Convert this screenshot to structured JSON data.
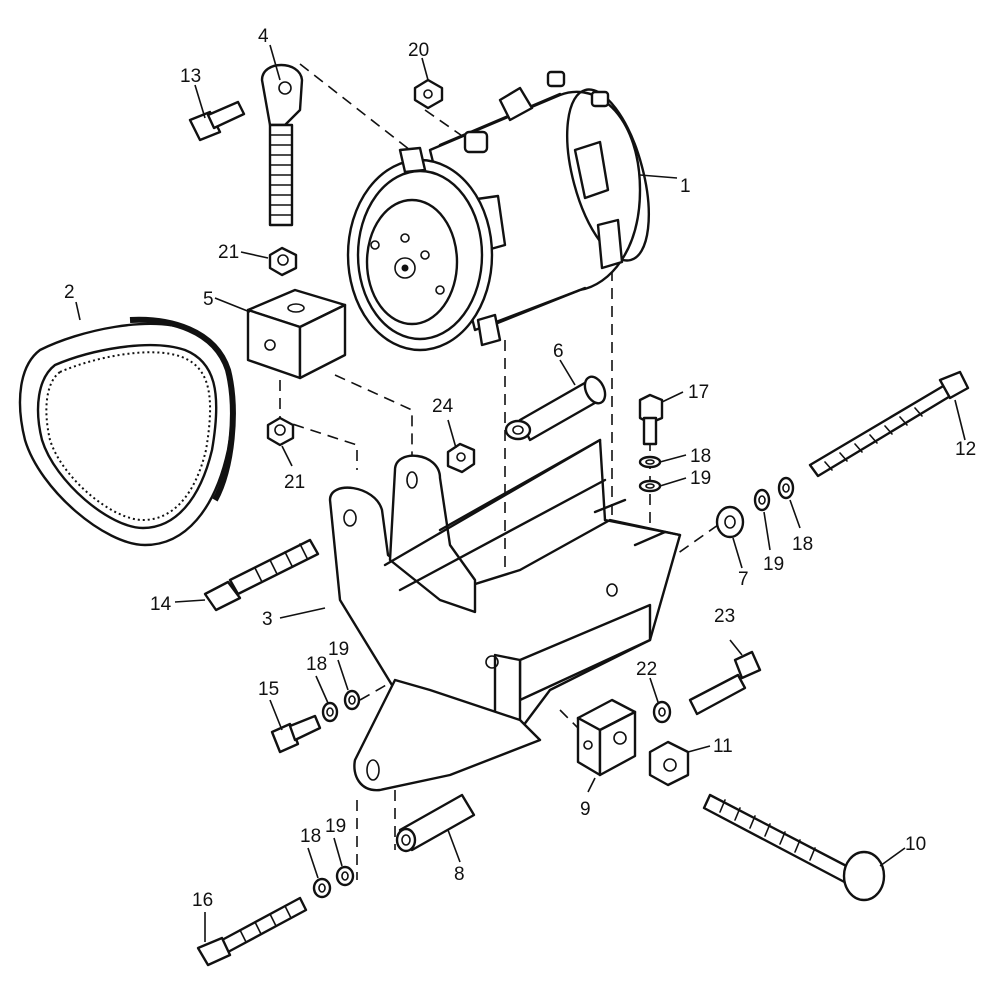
{
  "figure": {
    "callouts": {
      "c1": "1",
      "c2": "2",
      "c3": "3",
      "c4": "4",
      "c5": "5",
      "c6": "6",
      "c7": "7",
      "c8": "8",
      "c9": "9",
      "c10": "10",
      "c11": "11",
      "c12": "12",
      "c13": "13",
      "c14": "14",
      "c15": "15",
      "c16": "16",
      "c17": "17",
      "c18a": "18",
      "c18b": "18",
      "c18c": "18",
      "c18d": "18",
      "c19a": "19",
      "c19b": "19",
      "c19c": "19",
      "c19d": "19",
      "c20": "20",
      "c21a": "21",
      "c21b": "21",
      "c22": "22",
      "c23": "23",
      "c24": "24"
    }
  }
}
